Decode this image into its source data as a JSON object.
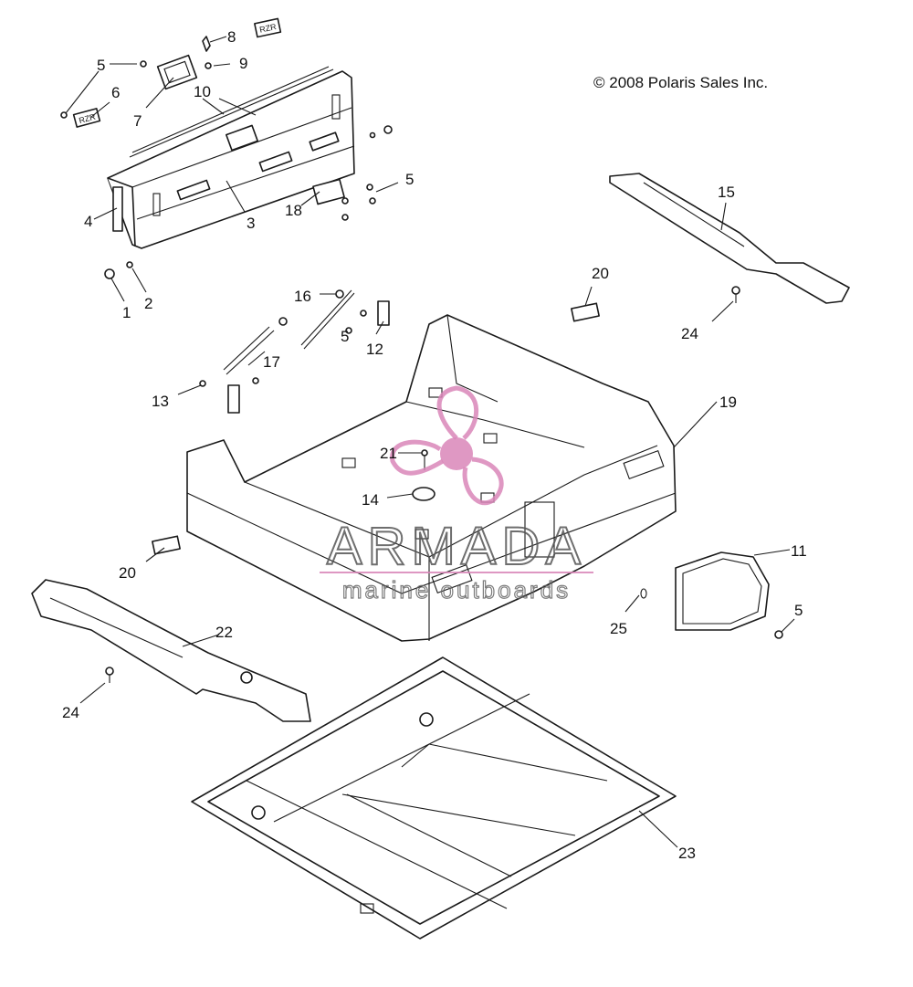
{
  "copyright": "© 2008 Polaris Sales Inc.",
  "watermark": {
    "brand": "ARMADA",
    "tagline": "marine outboards",
    "accent_color": "#d986b8",
    "line_color": "#555555"
  },
  "callouts": {
    "c1": "1",
    "c2": "2",
    "c3": "3",
    "c4": "4",
    "c5a": "5",
    "c5b": "5",
    "c5c": "5",
    "c5d": "5",
    "c6": "6",
    "c7": "7",
    "c8": "8",
    "c9": "9",
    "c10": "10",
    "c11": "11",
    "c12": "12",
    "c13": "13",
    "c14": "14",
    "c15": "15",
    "c16": "16",
    "c17": "17",
    "c18": "18",
    "c19": "19",
    "c20a": "20",
    "c20b": "20",
    "c21": "21",
    "c22": "22",
    "c23": "23",
    "c24a": "24",
    "c24b": "24",
    "c25": "25"
  }
}
